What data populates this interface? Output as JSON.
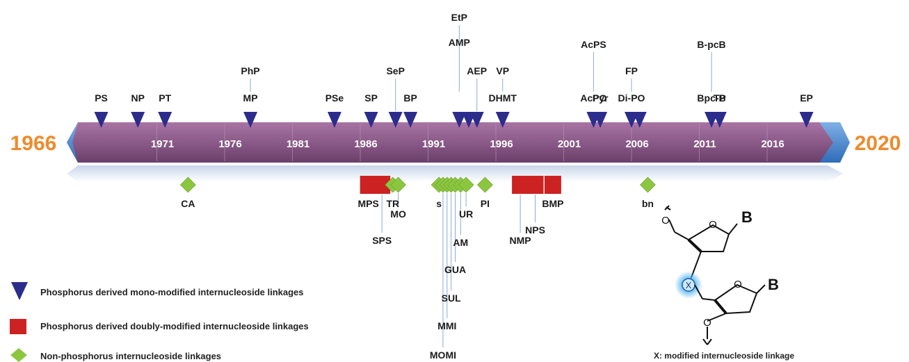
{
  "timeline": {
    "start_label": "1966",
    "end_label": "2020",
    "start_year": 1966,
    "end_year": 2020,
    "year_ticks": [
      "1971",
      "1976",
      "1981",
      "1986",
      "1991",
      "1996",
      "2001",
      "2006",
      "2011",
      "2016"
    ],
    "label_color": "#ef8a2c",
    "bar_color": "#8a5a88",
    "tip_color": "#4a86c8",
    "mono_color": "#2c2c8c",
    "double_color": "#cc2222",
    "nonp_color": "#8cc63f"
  },
  "mono_modified": [
    {
      "label": "PS",
      "year": 1966.9
    },
    {
      "label": "NP",
      "year": 1969.6
    },
    {
      "label": "PT",
      "year": 1971.6
    },
    {
      "label": "PhP",
      "year": 1977.9,
      "upper": "MP"
    },
    {
      "label": "PSe",
      "year": 1984.1
    },
    {
      "label": "SP",
      "year": 1986.8
    },
    {
      "label": "SeP",
      "year": 1988.6
    },
    {
      "label": "BP",
      "year": 1989.7
    },
    {
      "label": "EtP",
      "year": 1993.3,
      "upper": "AMP"
    },
    {
      "label": "",
      "year": 1994.0
    },
    {
      "label": "AEP",
      "year": 1994.6
    },
    {
      "label": "VP",
      "year": 1996.5,
      "upper": "DHMT"
    },
    {
      "label": "AcPS",
      "year": 2003.2,
      "upper": "AcPO"
    },
    {
      "label": "Pyr",
      "year": 2003.7
    },
    {
      "label": "FP",
      "year": 2006.0,
      "upper": "Di-PO"
    },
    {
      "label": "",
      "year": 2006.6
    },
    {
      "label": "B-pcB",
      "year": 2011.9,
      "upper": "Bpc-B"
    },
    {
      "label": "TP",
      "year": 2012.5
    },
    {
      "label": "EP",
      "year": 2018.9
    }
  ],
  "doubly_modified": [
    {
      "label": "MPS",
      "year": 1986.6
    },
    {
      "label": "SPS",
      "year": 1987.6
    },
    {
      "label": "NMP",
      "year": 1997.8
    },
    {
      "label": "NPS",
      "year": 1998.9
    },
    {
      "label": "BMP",
      "year": 2000.2
    }
  ],
  "non_phosphorus": [
    {
      "label": "CA",
      "year": 1973.3
    },
    {
      "label": "TR",
      "year": 1988.4
    },
    {
      "label": "MO",
      "year": 1988.8
    },
    {
      "label": "s",
      "year": 1991.8
    },
    {
      "label": "MOMI",
      "year": 1992.1
    },
    {
      "label": "MMI",
      "year": 1992.4
    },
    {
      "label": "SUL",
      "year": 1992.7
    },
    {
      "label": "GUA",
      "year": 1993.0
    },
    {
      "label": "AM",
      "year": 1993.4
    },
    {
      "label": "UR",
      "year": 1993.8
    },
    {
      "label": "PI",
      "year": 1995.2
    },
    {
      "label": "bn",
      "year": 2007.2
    }
  ],
  "legend": [
    {
      "symbol": "triangle",
      "label": "Phosphorus derived mono-modified internucleoside linkages"
    },
    {
      "symbol": "square",
      "label": "Phosphorus derived doubly-modified internucleoside linkages"
    },
    {
      "symbol": "diamond",
      "label": "Non-phosphorus internucleoside linkages"
    }
  ],
  "structure": {
    "base_label_1": "B",
    "base_label_2": "B",
    "x_label": "X",
    "ring_o_1": "O",
    "ring_o_2": "O",
    "o_top": "O",
    "o_bottom": "O",
    "caption": "X: modified internucleoside linkage"
  }
}
